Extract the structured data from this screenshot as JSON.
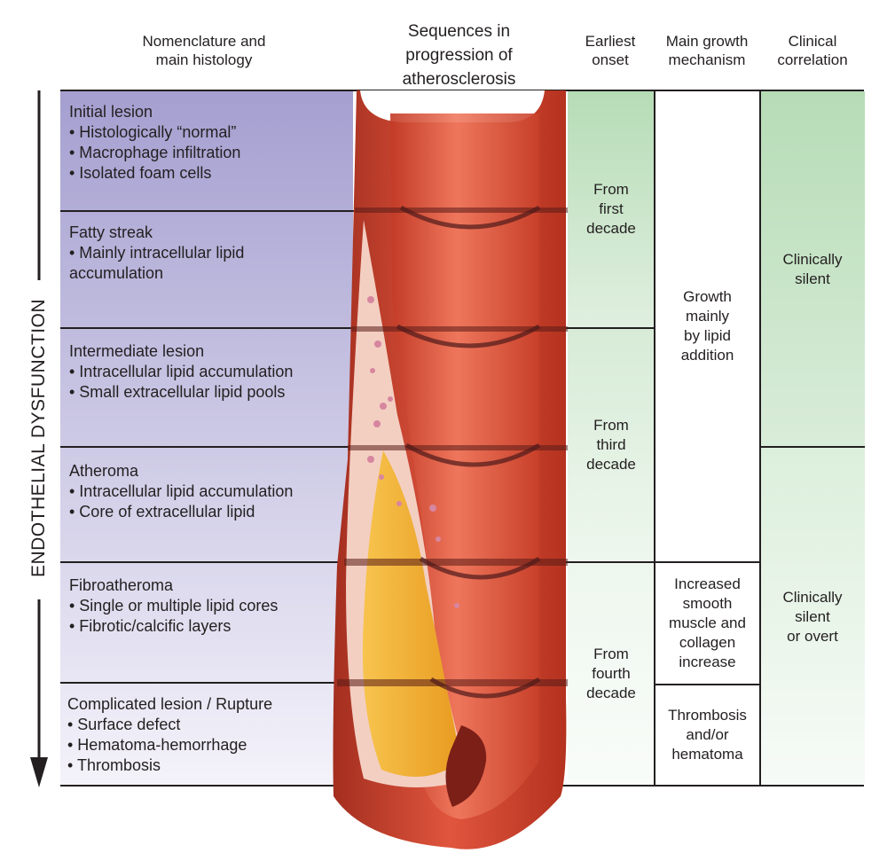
{
  "headers": {
    "nomenclature": "Nomenclature and\nmain histology",
    "sequences": "Sequences in\nprogression of\natherosclerosis",
    "onset": "Earliest\nonset",
    "growth": "Main growth\nmechanism",
    "clinical": "Clinical\ncorrelation"
  },
  "axis_label": "ENDOTHELIAL DYSFUNCTION",
  "stages": [
    {
      "title": "Initial lesion",
      "bullets": [
        "• Histologically “normal”",
        "• Macrophage infiltration",
        "• Isolated foam cells"
      ]
    },
    {
      "title": "Fatty streak",
      "bullets": [
        "• Mainly intracellular lipid",
        "accumulation"
      ]
    },
    {
      "title": "Intermediate lesion",
      "bullets": [
        "• Intracellular lipid accumulation",
        "• Small extracellular lipid pools"
      ]
    },
    {
      "title": "Atheroma",
      "bullets": [
        "• Intracellular lipid accumulation",
        "• Core of extracellular lipid"
      ]
    },
    {
      "title": "Fibroatheroma",
      "bullets": [
        "• Single or multiple lipid cores",
        "• Fibrotic/calcific layers"
      ]
    },
    {
      "title": "Complicated lesion / Rupture",
      "bullets": [
        "• Surface defect",
        "• Hematoma-hemorrhage",
        "• Thrombosis"
      ]
    }
  ],
  "onset": [
    "From\nfirst\ndecade",
    "From\nthird\ndecade",
    "From\nfourth\ndecade"
  ],
  "growth": [
    "Growth\nmainly\nby lipid\naddition",
    "Increased\nsmooth\nmuscle and\ncollagen\nincrease",
    "Thrombosis\nand/or\nhematoma"
  ],
  "clinical": [
    "Clinically\nsilent",
    "Clinically\nsilent\nor overt"
  ],
  "colors": {
    "purple_top": "#a59fd0",
    "purple_bottom": "#f4f3fa",
    "green_top": "#b6dcb6",
    "green_bottom": "#f3f9f3",
    "vessel_red": "#d8432f",
    "vessel_dark": "#8e2a1d",
    "lipid_yellow": "#f5b233"
  }
}
